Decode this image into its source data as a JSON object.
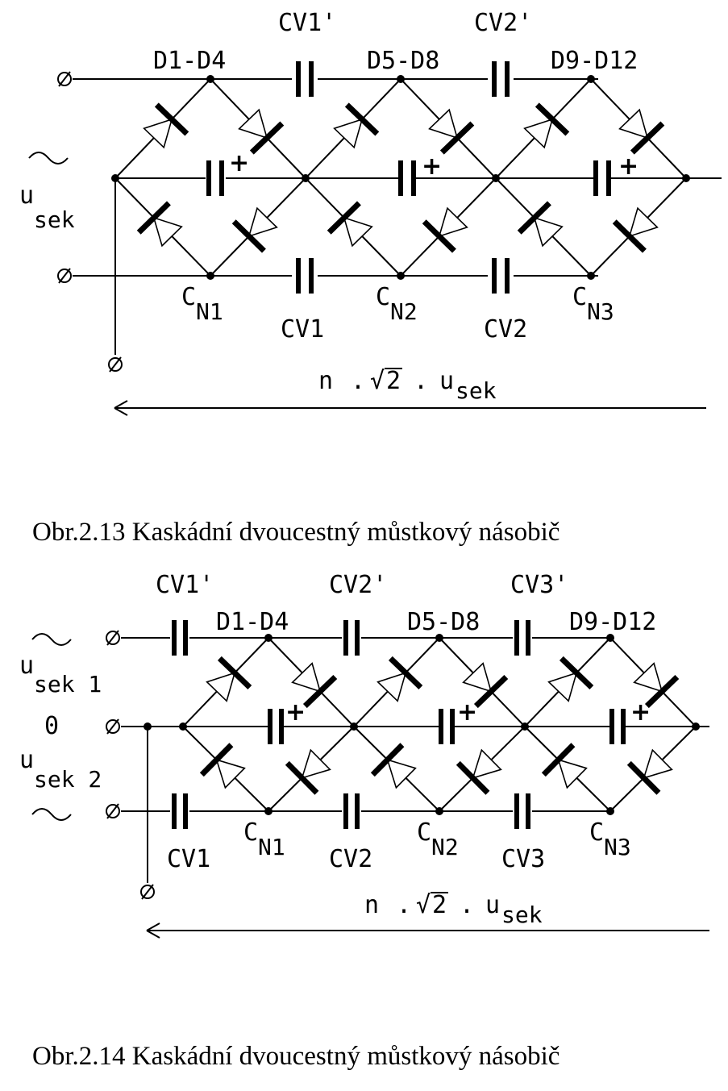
{
  "figures": [
    {
      "caption": "Obr.2.13 Kaskádní dvoucestný můstkový násobič",
      "top_caps": [
        "CV1'",
        "CV2'"
      ],
      "bottom_caps": [
        "CV1",
        "CV2"
      ],
      "diode_groups": [
        "D1-D4",
        "D5-D8",
        "D9-D12"
      ],
      "node_caps": [
        {
          "main": "C",
          "sub": "N1"
        },
        {
          "main": "C",
          "sub": "N2"
        },
        {
          "main": "C",
          "sub": "N3"
        }
      ],
      "plus": "+",
      "input_symbol": "~",
      "input_labels": [
        {
          "main": "u",
          "sub": "sek"
        }
      ],
      "terminal_symbol": "∅",
      "output_expression": {
        "n": "n",
        "dot": ".",
        "root_symbol": "√",
        "radicand": "2",
        "u": "u",
        "u_sub": "sek"
      }
    },
    {
      "caption": "Obr.2.14 Kaskádní dvoucestný můstkový násobič",
      "top_caps": [
        "CV1'",
        "CV2'",
        "CV3'"
      ],
      "bottom_caps": [
        "CV1",
        "CV2",
        "CV3"
      ],
      "diode_groups": [
        "D1-D4",
        "D5-D8",
        "D9-D12"
      ],
      "node_caps": [
        {
          "main": "C",
          "sub": "N1"
        },
        {
          "main": "C",
          "sub": "N2"
        },
        {
          "main": "C",
          "sub": "N3"
        }
      ],
      "plus": "+",
      "input_symbol": "~",
      "input_labels": [
        {
          "main": "u",
          "sub": "sek 1"
        },
        {
          "main": "0",
          "sub": ""
        },
        {
          "main": "u",
          "sub": "sek 2"
        }
      ],
      "terminal_symbol": "∅",
      "output_expression": {
        "n": "n",
        "dot": ".",
        "root_symbol": "√",
        "radicand": "2",
        "u": "u",
        "u_sub": "sek"
      }
    }
  ]
}
